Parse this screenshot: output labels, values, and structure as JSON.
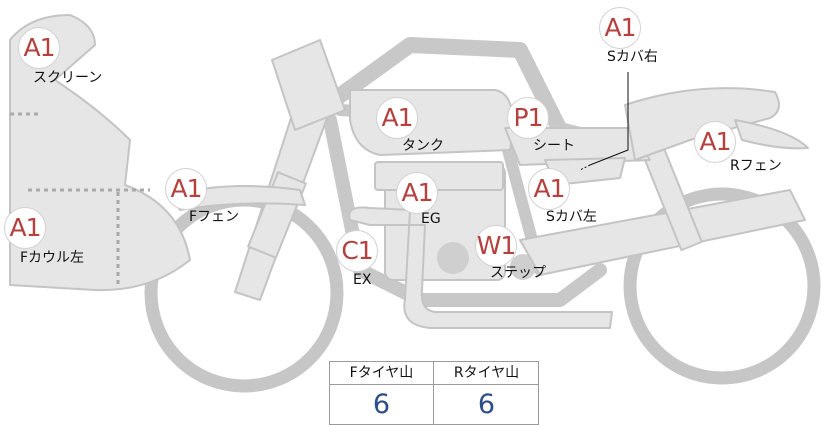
{
  "parts": [
    {
      "key": "screen",
      "grade": "A1",
      "label": "スクリーン"
    },
    {
      "key": "tank",
      "grade": "A1",
      "label": "タンク"
    },
    {
      "key": "seat",
      "grade": "P1",
      "label": "シート"
    },
    {
      "key": "side_cover_right",
      "grade": "A1",
      "label": "Sカバ右"
    },
    {
      "key": "rear_fender",
      "grade": "A1",
      "label": "Rフェン"
    },
    {
      "key": "front_fender",
      "grade": "A1",
      "label": "Fフェン"
    },
    {
      "key": "engine",
      "grade": "A1",
      "label": "EG"
    },
    {
      "key": "side_cover_left",
      "grade": "A1",
      "label": "Sカバ左"
    },
    {
      "key": "front_cowl_left",
      "grade": "A1",
      "label": "Fカウル左"
    },
    {
      "key": "exhaust",
      "grade": "C1",
      "label": "EX"
    },
    {
      "key": "step",
      "grade": "W1",
      "label": "ステップ"
    }
  ],
  "tire_table": {
    "front_label": "Fタイヤ山",
    "rear_label": "Rタイヤ山",
    "front_value": "6",
    "rear_value": "6"
  },
  "colors": {
    "badge_text": "#b5413f",
    "value_text": "#2d4e8a",
    "body_fill": "#e6e6e6",
    "body_stroke": "#c4c4c4"
  }
}
